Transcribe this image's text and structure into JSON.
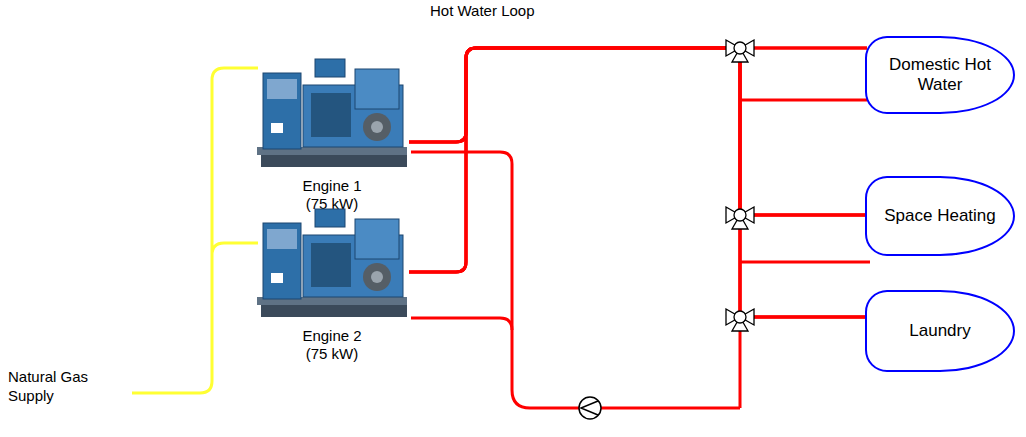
{
  "diagram": {
    "nodes": [
      {
        "text": [
          "Engine 1 (75 kW)"
        ]
      },
      {
        "text": [
          "Engine 2 (75 kW)"
        ]
      },
      {
        "text": [
          "Domestic Hot Water"
        ]
      },
      {
        "text": [
          "Space Heating"
        ]
      },
      {
        "text": [
          "Laundry"
        ]
      }
    ],
    "edges": [
      {
        "from": 0,
        "to": 2,
        "arrow": "none"
      },
      {
        "from": 0,
        "to": 3,
        "arrow": "none"
      },
      {
        "from": 0,
        "to": 4,
        "arrow": "none"
      },
      {
        "from": 1,
        "to": 2,
        "arrow": "none"
      },
      {
        "from": 1,
        "to": 3,
        "arrow": "none"
      },
      {
        "from": 1,
        "to": 4,
        "arrow": "none"
      }
    ],
    "labels": [
      "Hot Water Loop",
      "Natural Gas Supply"
    ]
  }
}
